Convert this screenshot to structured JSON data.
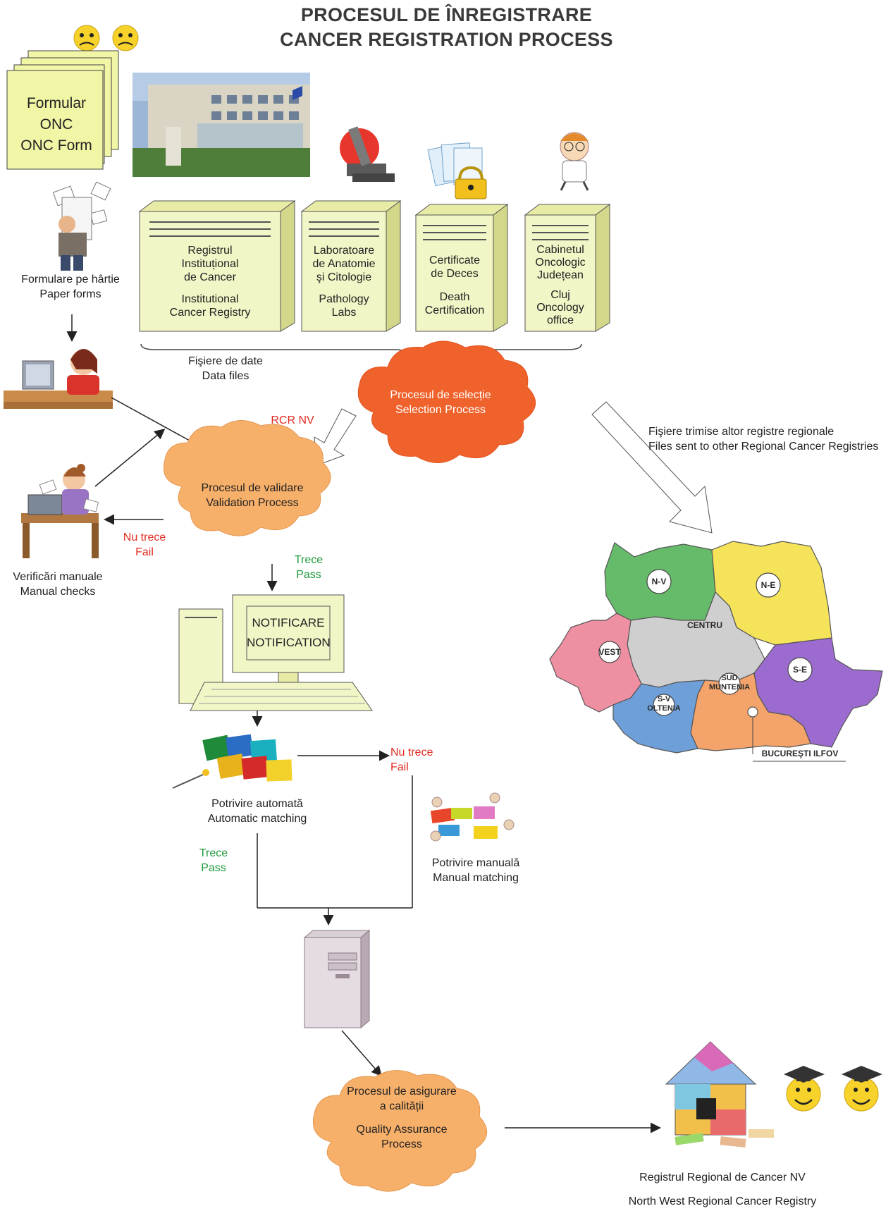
{
  "title": {
    "line1": "PROCESUL DE ÎNREGISTRARE",
    "line2": "CANCER REGISTRATION PROCESS"
  },
  "onc_form": {
    "line1": "Formular ONC",
    "line2": "ONC Form"
  },
  "paper_forms": {
    "line1": "Formulare pe hârtie",
    "line2": "Paper forms"
  },
  "sources": [
    {
      "ro": [
        "Registrul",
        "Instituțional",
        "de Cancer"
      ],
      "en": [
        "Institutional",
        "Cancer Registry"
      ]
    },
    {
      "ro": [
        "Laboratoare",
        "de Anatomie",
        "şi Citologie"
      ],
      "en": [
        "Pathology",
        "Labs"
      ]
    },
    {
      "ro": [
        "Certificate",
        "de Deces"
      ],
      "en": [
        "Death",
        "Certification"
      ]
    },
    {
      "ro": [
        "Cabinetul",
        "Oncologic",
        "Județean"
      ],
      "en": [
        "Cluj",
        "Oncology",
        "office"
      ]
    }
  ],
  "data_files": {
    "line1": "Fişiere de date",
    "line2": "Data files"
  },
  "selection": {
    "line1": "Procesul de selecție",
    "line2": "Selection Process"
  },
  "rcr_nv": "RCR NV",
  "validation": {
    "line1": "Procesul de validare",
    "line2": "Validation Process"
  },
  "fail1": {
    "line1": "Nu trece",
    "line2": "Fail"
  },
  "pass1": {
    "line1": "Trece",
    "line2": "Pass"
  },
  "manual_checks": {
    "line1": "Verificări manuale",
    "line2": "Manual checks"
  },
  "notification": {
    "line1": "NOTIFICARE",
    "line2": "NOTIFICATION"
  },
  "auto_match": {
    "line1": "Potrivire automată",
    "line2": "Automatic matching"
  },
  "fail2": {
    "line1": "Nu trece",
    "line2": "Fail"
  },
  "pass2": {
    "line1": "Trece",
    "line2": "Pass"
  },
  "manual_match": {
    "line1": "Potrivire manuală",
    "line2": "Manual matching"
  },
  "files_sent": {
    "line1": "Fişiere trimise altor registre regionale",
    "line2": "Files sent to other Regional Cancer Registries"
  },
  "regions": {
    "nv": "N-V",
    "ne": "N-E",
    "centru": "CENTRU",
    "vest": "VEST",
    "se": "S-E",
    "sud1": "SUD",
    "sud2": "MUNTENIA",
    "sv1": "S-V",
    "sv2": "OLTENIA",
    "buc": "BUCUREŞTI ILFOV"
  },
  "region_colors": {
    "nv": "#66bb6a",
    "ne": "#f5e35a",
    "centru": "#cfcfcf",
    "vest": "#ef8fa2",
    "se": "#9c6bcf",
    "sud": "#f4a46a",
    "sv": "#6f9fd8"
  },
  "qa": {
    "line1": "Procesul de asigurare",
    "line2": "a calității",
    "line3": "Quality Assurance",
    "line4": "Process"
  },
  "registry": {
    "line1": "Registrul Regional de Cancer NV",
    "line2": "North West Regional Cancer Registry"
  },
  "colors": {
    "selection_cloud": "#f0622b",
    "validation_cloud": "#f7b06a",
    "server_fill": "#f2f5c6",
    "form_fill": "#f1f5a6"
  }
}
